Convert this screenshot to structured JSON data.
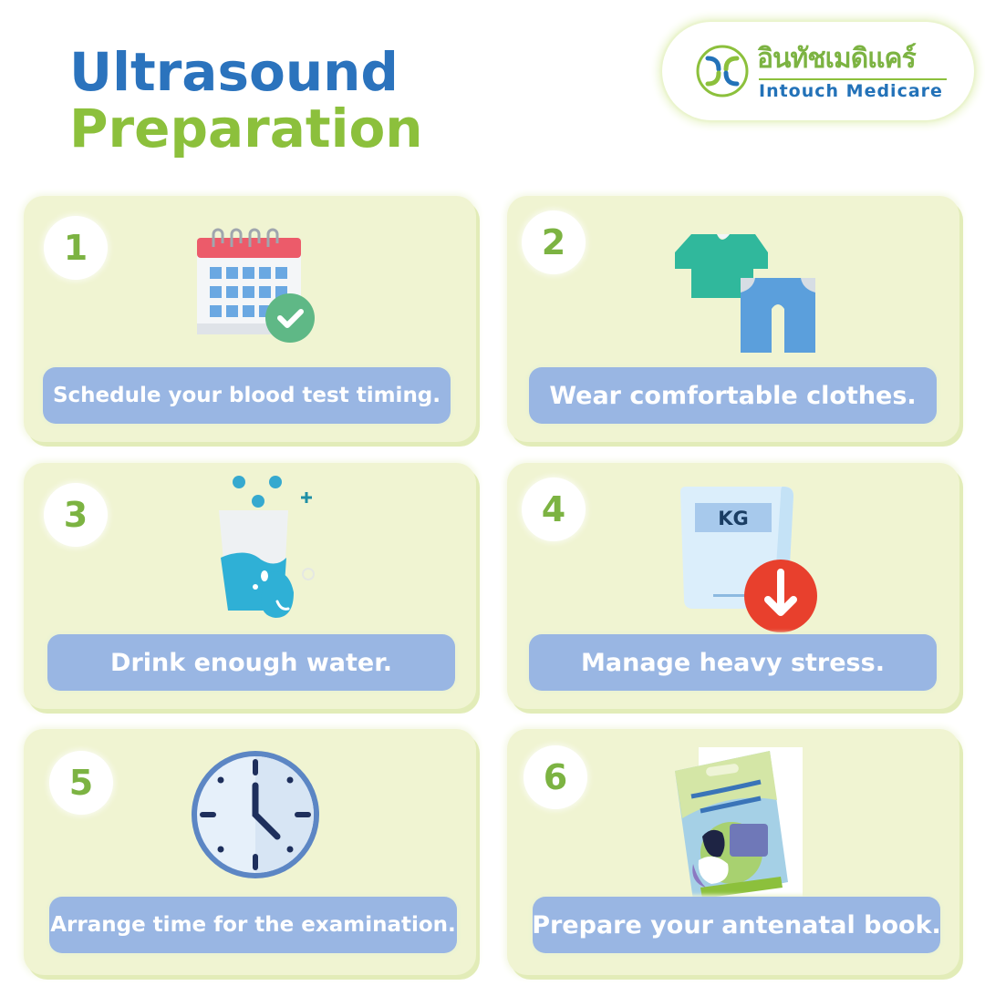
{
  "header": {
    "title_line1": "Ultrasound",
    "title_line2": "Preparation"
  },
  "logo": {
    "thai_name": "อินทัชเมดิแคร์",
    "english_name": "Intouch  Medicare",
    "icon": "medicare-emblem-icon"
  },
  "colors": {
    "title_blue": "#2b73bd",
    "title_green": "#8cc03c",
    "card_bg": "#f0f4d2",
    "pill_bg": "#99b6e3",
    "number_green": "#7cb342"
  },
  "steps": [
    {
      "number": "1",
      "label": "Schedule your blood test timing.",
      "icon": "calendar-check-icon"
    },
    {
      "number": "2",
      "label": "Wear comfortable clothes.",
      "icon": "clothes-icon"
    },
    {
      "number": "3",
      "label": "Drink enough water.",
      "icon": "water-glass-icon"
    },
    {
      "number": "4",
      "label": "Manage heavy stress.",
      "icon": "weight-scale-down-icon"
    },
    {
      "number": "5",
      "label": "Arrange time for the examination.",
      "icon": "clock-icon"
    },
    {
      "number": "6",
      "label": "Prepare your antenatal book.",
      "icon": "antenatal-book-icon"
    }
  ]
}
